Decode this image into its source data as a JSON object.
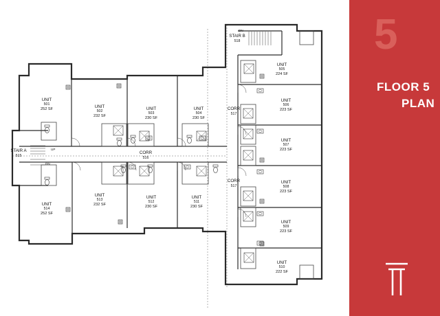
{
  "title": {
    "number": "5",
    "line1": "FLOOR 5",
    "line2": "PLAN"
  },
  "colors": {
    "panel": "#c7393a",
    "number": "#d9605b",
    "wall": "#2a2a2a"
  },
  "logo": {
    "icon": "tt-monogram-icon"
  },
  "units": [
    {
      "id": "u501",
      "label": "UNIT",
      "number": "501",
      "sf": "252 SF"
    },
    {
      "id": "u502",
      "label": "UNIT",
      "number": "502",
      "sf": "232 SF"
    },
    {
      "id": "u503",
      "label": "UNIT",
      "number": "503",
      "sf": "230 SF"
    },
    {
      "id": "u504",
      "label": "UNIT",
      "number": "504",
      "sf": "230 SF"
    },
    {
      "id": "u505",
      "label": "UNIT",
      "number": "505",
      "sf": "224 SF"
    },
    {
      "id": "u506",
      "label": "UNIT",
      "number": "506",
      "sf": "223 SF"
    },
    {
      "id": "u507",
      "label": "UNIT",
      "number": "507",
      "sf": "223 SF"
    },
    {
      "id": "u508",
      "label": "UNIT",
      "number": "508",
      "sf": "223 SF"
    },
    {
      "id": "u509",
      "label": "UNIT",
      "number": "509",
      "sf": "223 SF"
    },
    {
      "id": "u510",
      "label": "UNIT",
      "number": "510",
      "sf": "222 SF"
    },
    {
      "id": "u511",
      "label": "UNIT",
      "number": "511",
      "sf": "230 SF"
    },
    {
      "id": "u512",
      "label": "UNIT",
      "number": "512",
      "sf": "230 SF"
    },
    {
      "id": "u513",
      "label": "UNIT",
      "number": "513",
      "sf": "232 SF"
    },
    {
      "id": "u514",
      "label": "UNIT",
      "number": "514",
      "sf": "252 SF"
    }
  ],
  "spaces": [
    {
      "id": "corr516",
      "label": "CORR",
      "number": "516"
    },
    {
      "id": "corr517a",
      "label": "CORR",
      "number": "517"
    },
    {
      "id": "corr517b",
      "label": "CORR",
      "number": "517"
    },
    {
      "id": "stairA",
      "label": "STAIR A",
      "number": "515"
    },
    {
      "id": "stairB",
      "label": "STAIR B",
      "number": "518"
    }
  ],
  "markers": {
    "up": "UP",
    "dn": "DN"
  }
}
